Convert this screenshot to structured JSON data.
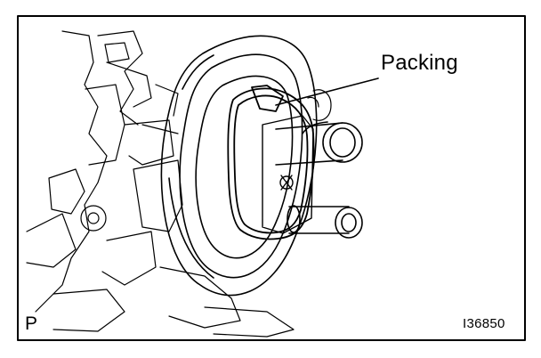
{
  "figure": {
    "callout_label": "Packing",
    "corner_mark": "P",
    "figure_id": "I36850",
    "colors": {
      "ink": "#000000",
      "paper": "#ffffff"
    }
  }
}
